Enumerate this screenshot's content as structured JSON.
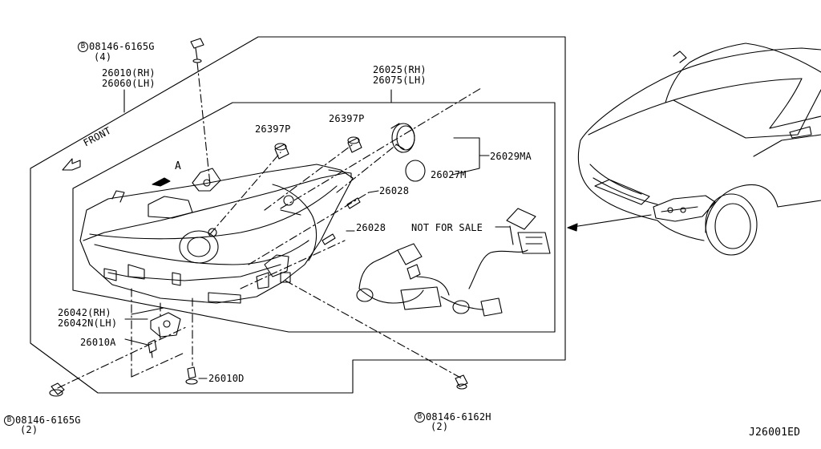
{
  "callouts": {
    "bolt_top": {
      "symbol": "B",
      "part": "08146-6165G",
      "qty": "(4)"
    },
    "bolt_left": {
      "symbol": "B",
      "part": "08146-6165G",
      "qty": "(2)"
    },
    "bolt_right": {
      "symbol": "B",
      "part": "08146-6162H",
      "qty": "(2)"
    },
    "headlamp": {
      "rh": "26010(RH)",
      "lh": "26060(LH)"
    },
    "lamp_unit": {
      "rh": "26025(RH)",
      "lh": "26075(LH)"
    },
    "bulb_cap_1": "26397P",
    "bulb_cap_2": "26397P",
    "cap_assy": "26029MA",
    "seal": "26027M",
    "bulb_1": "26028",
    "bulb_2": "26028",
    "not_for_sale": "NOT FOR SALE",
    "bracket": {
      "rh": "26042(RH)",
      "lh": "26042N(LH)"
    },
    "screw_a": "26010A",
    "screw_d": "26010D",
    "front": "FRONT",
    "view_a": "A"
  },
  "diagram_code": "J26001ED",
  "colors": {
    "line": "#000000",
    "background": "#ffffff"
  }
}
